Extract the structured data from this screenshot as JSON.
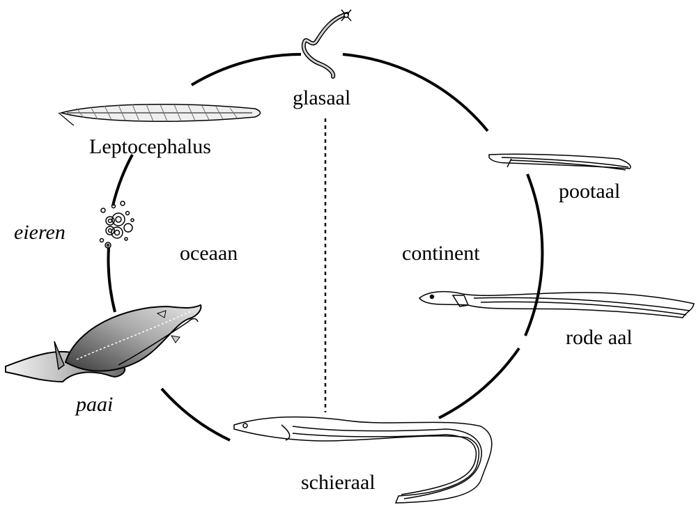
{
  "labels": {
    "glass_eel": "glasaal",
    "leptocephalus": "Leptocephalus",
    "eggs": "eieren",
    "ocean": "oceaan",
    "continent": "continent",
    "elver": "pootaal",
    "yellow_eel": "rode aal",
    "silver_eel": "schieraal",
    "spawning": "paai"
  },
  "colors": {
    "ink": "#000000",
    "paper": "#ffffff",
    "shade": "#9a9a9a"
  }
}
